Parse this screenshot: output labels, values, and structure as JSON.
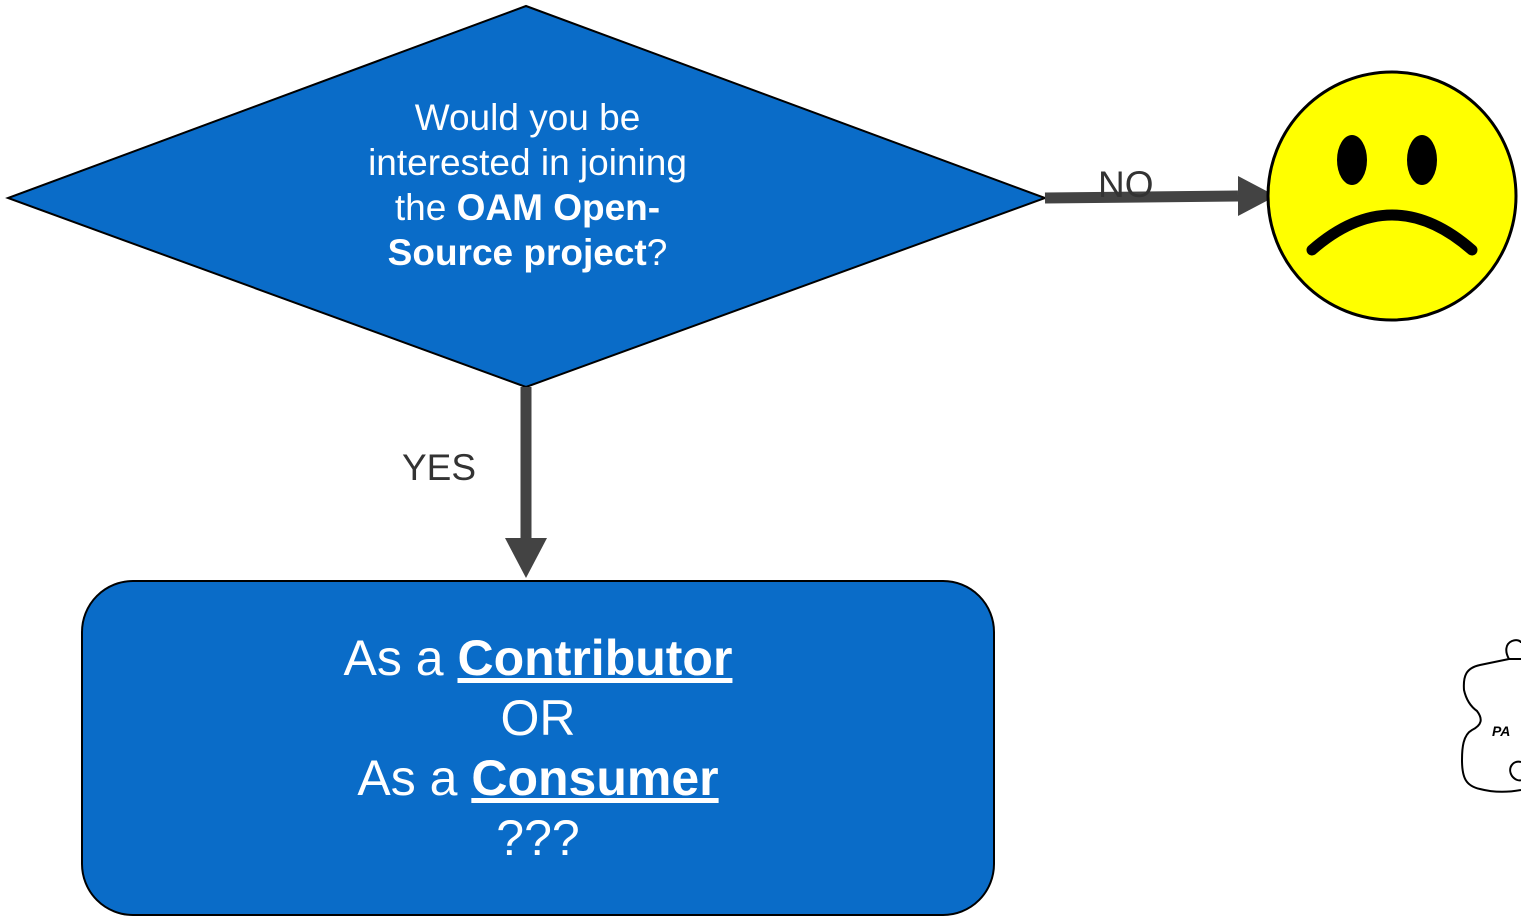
{
  "decision": {
    "line1": "Would you be",
    "line2": "interested in joining",
    "line3_prefix": "the ",
    "line3_bold": "OAM Open-",
    "line4_bold": "Source project",
    "line4_suffix": "?"
  },
  "edges": {
    "no_label": "NO",
    "yes_label": "YES"
  },
  "result": {
    "line1_prefix": "As a ",
    "line1_role": "Contributor",
    "line2": "OR",
    "line3_prefix": "As a ",
    "line3_role": "Consumer",
    "line4": "???"
  },
  "partial_image_text": "PA",
  "colors": {
    "diamond_fill": "#0a6cc8",
    "box_fill": "#0a6cc8",
    "arrow": "#434343",
    "smiley_fill": "#ffff00"
  },
  "icons": {
    "smiley": "sad-face-icon",
    "puzzle": "puzzle-piece-icon"
  }
}
